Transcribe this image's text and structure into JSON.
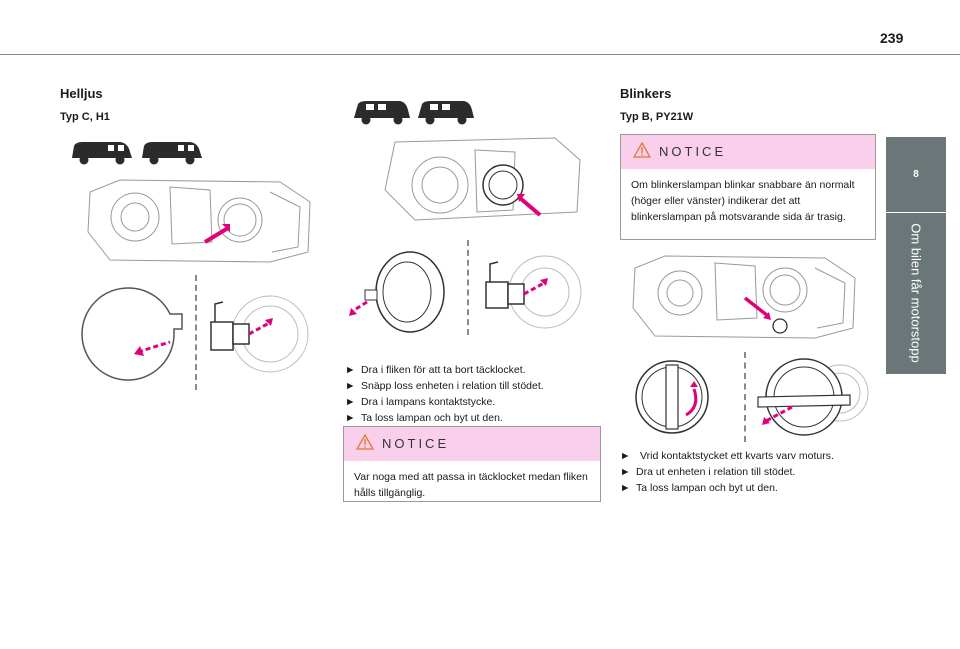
{
  "header": {
    "page_number": "239"
  },
  "sidebar": {
    "chapter_number": "8",
    "chapter_title": "Om bilen får motorstopp"
  },
  "col1": {
    "title": "Helljus",
    "subtitle": "Typ C, H1"
  },
  "col2": {
    "steps": [
      "Dra i fliken för att ta bort täcklocket.",
      "Snäpp loss enheten i relation till stödet.",
      "Dra i lampans kontaktstycke.",
      "Ta loss lampan och byt ut den."
    ],
    "notice": {
      "label": "NOTICE",
      "text": "Var noga med att passa in täcklocket medan fliken hålls tillgänglig."
    }
  },
  "col3": {
    "title": "Blinkers",
    "subtitle": "Typ B, PY21W",
    "notice": {
      "label": "NOTICE",
      "text": "Om blinkerslampan blinkar snabbare än normalt (höger eller vänster) indikerar det att blinkerslampan på motsvarande sida är trasig."
    },
    "steps": [
      "Vrid kontaktstycket ett kvarts varv moturs.",
      "Dra ut enheten i relation till stödet.",
      "Ta loss lampan och byt ut den."
    ]
  },
  "bullet_glyph": "►",
  "colors": {
    "notice_bg": "#f9cfeb",
    "tab_bg": "#6b7678",
    "arrow_pink": "#e2007a",
    "line_art": "#8a8a8a"
  }
}
